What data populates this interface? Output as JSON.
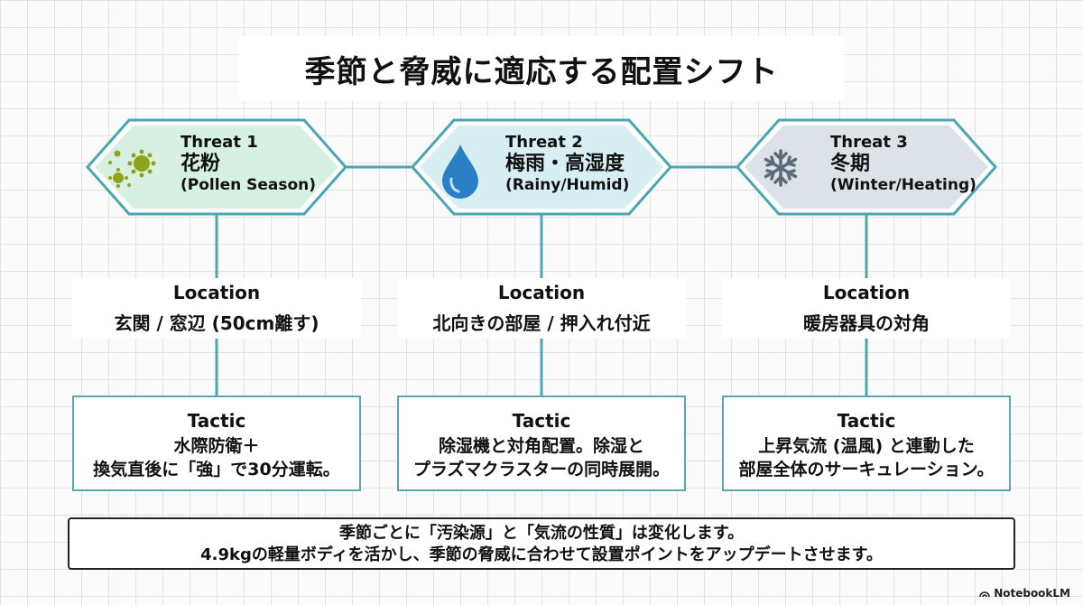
{
  "title": "季節と脅威に適応する配置シフト",
  "colors": {
    "line": "#4aa6b0",
    "threat1_fill": "#d6f1e4",
    "threat2_fill": "#d7eef3",
    "threat3_fill": "#dde2e8"
  },
  "threats": [
    {
      "label": "Threat 1",
      "name": "花粉",
      "english": "(Pollen Season)",
      "icon": "pollen-icon",
      "location_heading": "Location",
      "location": "玄関 / 窓辺 (50cm離す)",
      "tactic_heading": "Tactic",
      "tactic_lines": [
        "水際防衛＋",
        "換気直後に「強」で30分運転。"
      ]
    },
    {
      "label": "Threat 2",
      "name": "梅雨・高湿度",
      "english": "(Rainy/Humid)",
      "icon": "water-drop-icon",
      "location_heading": "Location",
      "location": "北向きの部屋 / 押入れ付近",
      "tactic_heading": "Tactic",
      "tactic_lines": [
        "除湿機と対角配置。除湿と",
        "プラズマクラスターの同時展開。"
      ]
    },
    {
      "label": "Threat 3",
      "name": "冬期",
      "english": "(Winter/Heating)",
      "icon": "snowflake-icon",
      "location_heading": "Location",
      "location": "暖房器具の対角",
      "tactic_heading": "Tactic",
      "tactic_lines": [
        "上昇気流 (温風) と連動した",
        "部屋全体のサーキュレーション。"
      ]
    }
  ],
  "footer": {
    "line1": "季節ごとに「汚染源」と「気流の性質」は変化します。",
    "line2": "4.9kgの軽量ボディを活かし、季節の脅威に合わせて設置ポイントをアップデートさせます。"
  },
  "brand": "NotebookLM"
}
